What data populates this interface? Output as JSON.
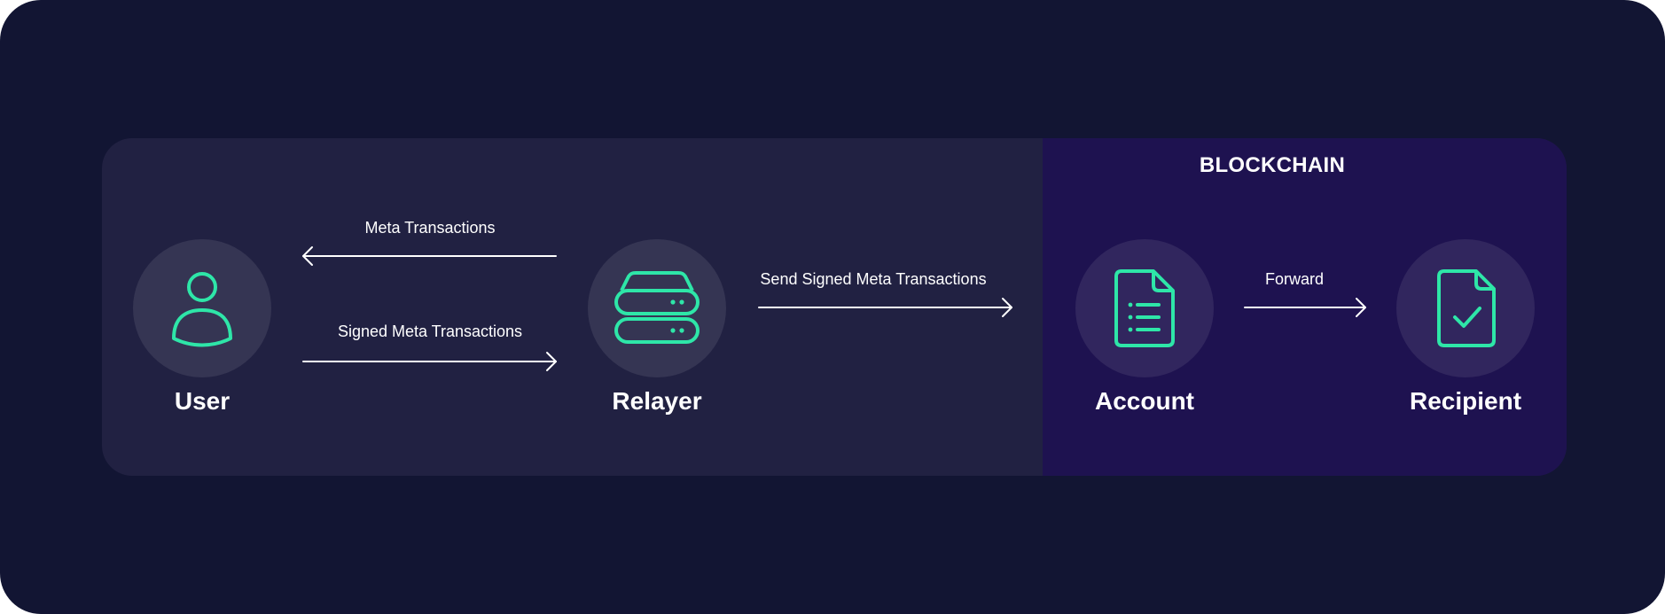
{
  "colors": {
    "background": "#121533",
    "panel": "#212142",
    "blockchain_panel": "#1e1250",
    "node_circle": "#353553",
    "node_circle_blockchain": "#31265e",
    "icon": "#2ee6a8",
    "text": "#ffffff"
  },
  "blockchain": {
    "title": "BLOCKCHAIN"
  },
  "nodes": {
    "user": {
      "label": "User",
      "icon": "user-icon"
    },
    "relayer": {
      "label": "Relayer",
      "icon": "server-icon"
    },
    "account": {
      "label": "Account",
      "icon": "document-list-icon"
    },
    "recipient": {
      "label": "Recipient",
      "icon": "document-check-icon"
    }
  },
  "edges": {
    "meta_transactions": {
      "label": "Meta Transactions",
      "from": "Relayer",
      "to": "User"
    },
    "signed_meta_transactions": {
      "label": "Signed Meta Transactions",
      "from": "User",
      "to": "Relayer"
    },
    "send_signed_meta_transactions": {
      "label": "Send Signed Meta Transactions",
      "from": "Relayer",
      "to": "Account"
    },
    "forward": {
      "label": "Forward",
      "from": "Account",
      "to": "Recipient"
    }
  }
}
